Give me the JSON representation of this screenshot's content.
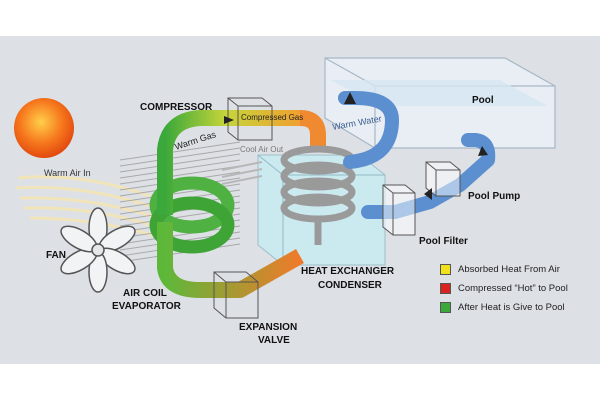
{
  "colors": {
    "background": "#dde1e6",
    "absorbed": "#f2e21b",
    "compressed": "#d8231f",
    "after": "#3aa83a",
    "water_pipe": "#5b8fd0",
    "sun": "#f6761c"
  },
  "labels": {
    "compressor": "COMPRESSOR",
    "compressed_gas": "Compressed Gas",
    "warm_gas": "Warm Gas",
    "warm_water": "Warm Water",
    "pool": "Pool",
    "cool_air_out": "Cool Air Out",
    "warm_air_in": "Warm Air In",
    "pool_pump": "Pool Pump",
    "pool_filter": "Pool Filter",
    "fan": "FAN",
    "air_coil_evaporator_1": "AIR COIL",
    "air_coil_evaporator_2": "EVAPORATOR",
    "heat_exchanger_1": "HEAT EXCHANGER",
    "heat_exchanger_2": "CONDENSER",
    "expansion_valve_1": "EXPANSION",
    "expansion_valve_2": "VALVE"
  },
  "legend": [
    {
      "label": "Absorbed Heat From Air",
      "color": "#f2e21b"
    },
    {
      "label": "Compressed “Hot” to Pool",
      "color": "#d8231f"
    },
    {
      "label": "After Heat is Give to Pool",
      "color": "#3aa83a"
    }
  ],
  "icons": {
    "sun": "sun-icon",
    "fan": "fan-icon"
  }
}
